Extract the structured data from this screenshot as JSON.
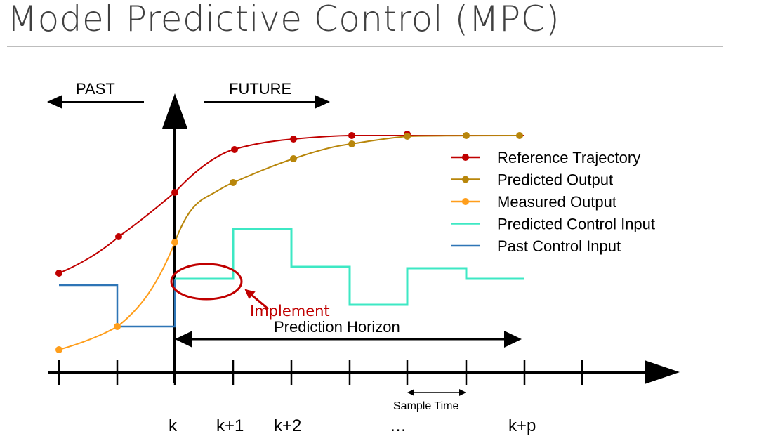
{
  "title": "Model Predictive Control (MPC)",
  "labels": {
    "past": "PAST",
    "future": "FUTURE",
    "implement": "Implement",
    "prediction_horizon": "Prediction Horizon",
    "sample_time": "Sample Time"
  },
  "ticks": [
    "k",
    "k+1",
    "k+2",
    "…",
    "k+p"
  ],
  "legend": [
    {
      "label": "Reference Trajectory",
      "color": "#c00000",
      "marker": true
    },
    {
      "label": "Predicted Output",
      "color": "#b8860b",
      "marker": true
    },
    {
      "label": "Measured Output",
      "color": "#ff9e1b",
      "marker": true
    },
    {
      "label": "Predicted Control Input",
      "color": "#3ee8c4",
      "marker": false
    },
    {
      "label": "Past Control Input",
      "color": "#2e75b6",
      "marker": false
    }
  ],
  "colors": {
    "reference": "#c00000",
    "predicted_output": "#b8860b",
    "measured_output": "#ff9e1b",
    "predicted_input": "#3ee8c4",
    "past_input": "#2e75b6",
    "implement": "#c00000",
    "axis": "#000000"
  }
}
